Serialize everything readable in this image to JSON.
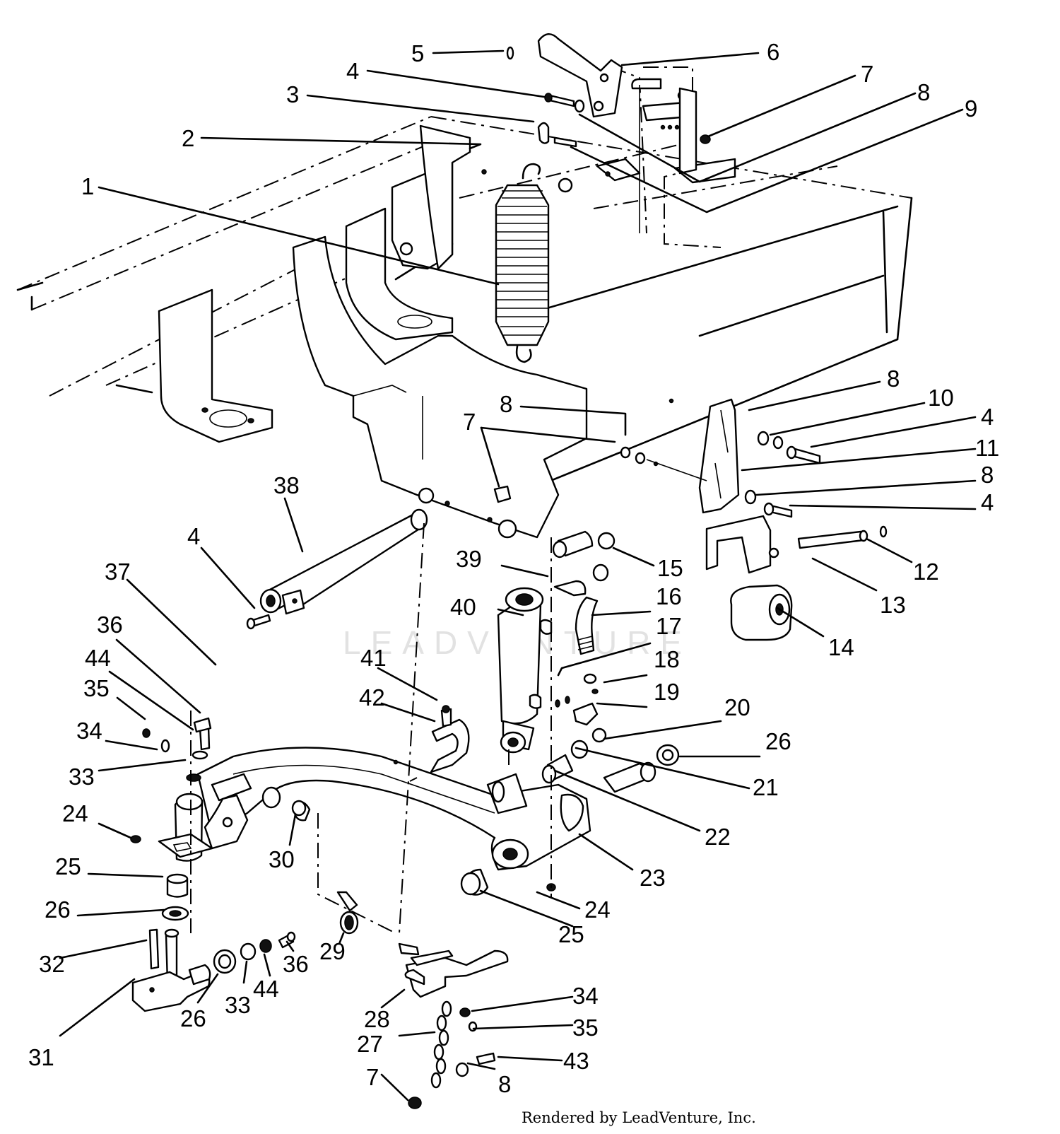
{
  "watermark": "LEADVENTURE",
  "footer": "Rendered by LeadVenture, Inc.",
  "callouts": {
    "c5": "5",
    "c6": "6",
    "c4a": "4",
    "c7a": "7",
    "c3": "3",
    "c8a": "8",
    "c9": "9",
    "c2": "2",
    "c1": "1",
    "c8b": "8",
    "c10": "10",
    "c7b": "7",
    "c8c": "8",
    "c4b": "4",
    "c11": "11",
    "c8d": "8",
    "c4c": "4",
    "c38": "38",
    "c12": "12",
    "c4d": "4",
    "c39": "39",
    "c15": "15",
    "c13": "13",
    "c37": "37",
    "c16": "16",
    "c40": "40",
    "c14": "14",
    "c36a": "36",
    "c17": "17",
    "c41": "41",
    "c44a": "44",
    "c18": "18",
    "c35a": "35",
    "c42": "42",
    "c19": "19",
    "c20": "20",
    "c34a": "34",
    "c26a": "26",
    "c33a": "33",
    "c21": "21",
    "c24a": "24",
    "c22": "22",
    "c30": "30",
    "c25a": "25",
    "c23": "23",
    "c26b": "26",
    "c24b": "24",
    "c25b": "25",
    "c29": "29",
    "c32": "32",
    "c36b": "36",
    "c44b": "44",
    "c33b": "33",
    "c26c": "26",
    "c34b": "34",
    "c28": "28",
    "c31": "31",
    "c35b": "35",
    "c27": "27",
    "c43": "43",
    "c7c": "7",
    "c8e": "8"
  }
}
